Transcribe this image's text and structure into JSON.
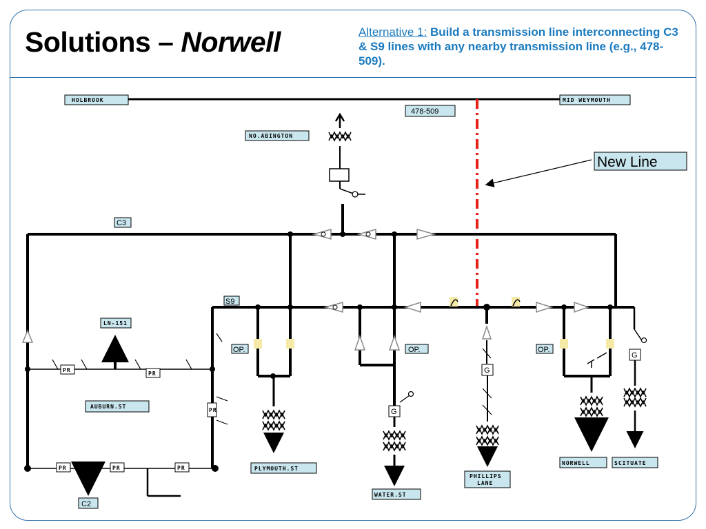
{
  "slide": {
    "title_main": "Solutions – ",
    "title_italic": "Norwell",
    "alternative_lead": "Alternative 1:",
    "alternative_text": " Build a transmission line interconnecting C3 & S9 lines with any nearby transmission line (e.g., 478-509)."
  },
  "diagram": {
    "labels": {
      "holbrook": "HOLBROOK",
      "mid_weymouth": "MID WEYMOUTH",
      "line_478_509": "478-509",
      "no_abington": "NO.ABINGTON",
      "new_line": "New Line",
      "c3": "C3",
      "s9": "S9",
      "ln_151": "LN-151",
      "auburn_st": "AUBURN.ST",
      "c2": "C2",
      "plymouth_st": "PLYMOUTH.ST",
      "water_st": "WATER.ST",
      "phillips_lane_1": "PHILLIPS",
      "phillips_lane_2": "LANE",
      "norwell": "NORWELL",
      "scituate": "SCITUATE",
      "op_left": "OP.",
      "op_mid": "OP.",
      "op_right": "OP.",
      "pr": "PR",
      "g": "G"
    },
    "colors": {
      "new_line": "#e8201a",
      "label_fill": "#c9e6ee",
      "accent": "#1a7abf"
    }
  }
}
